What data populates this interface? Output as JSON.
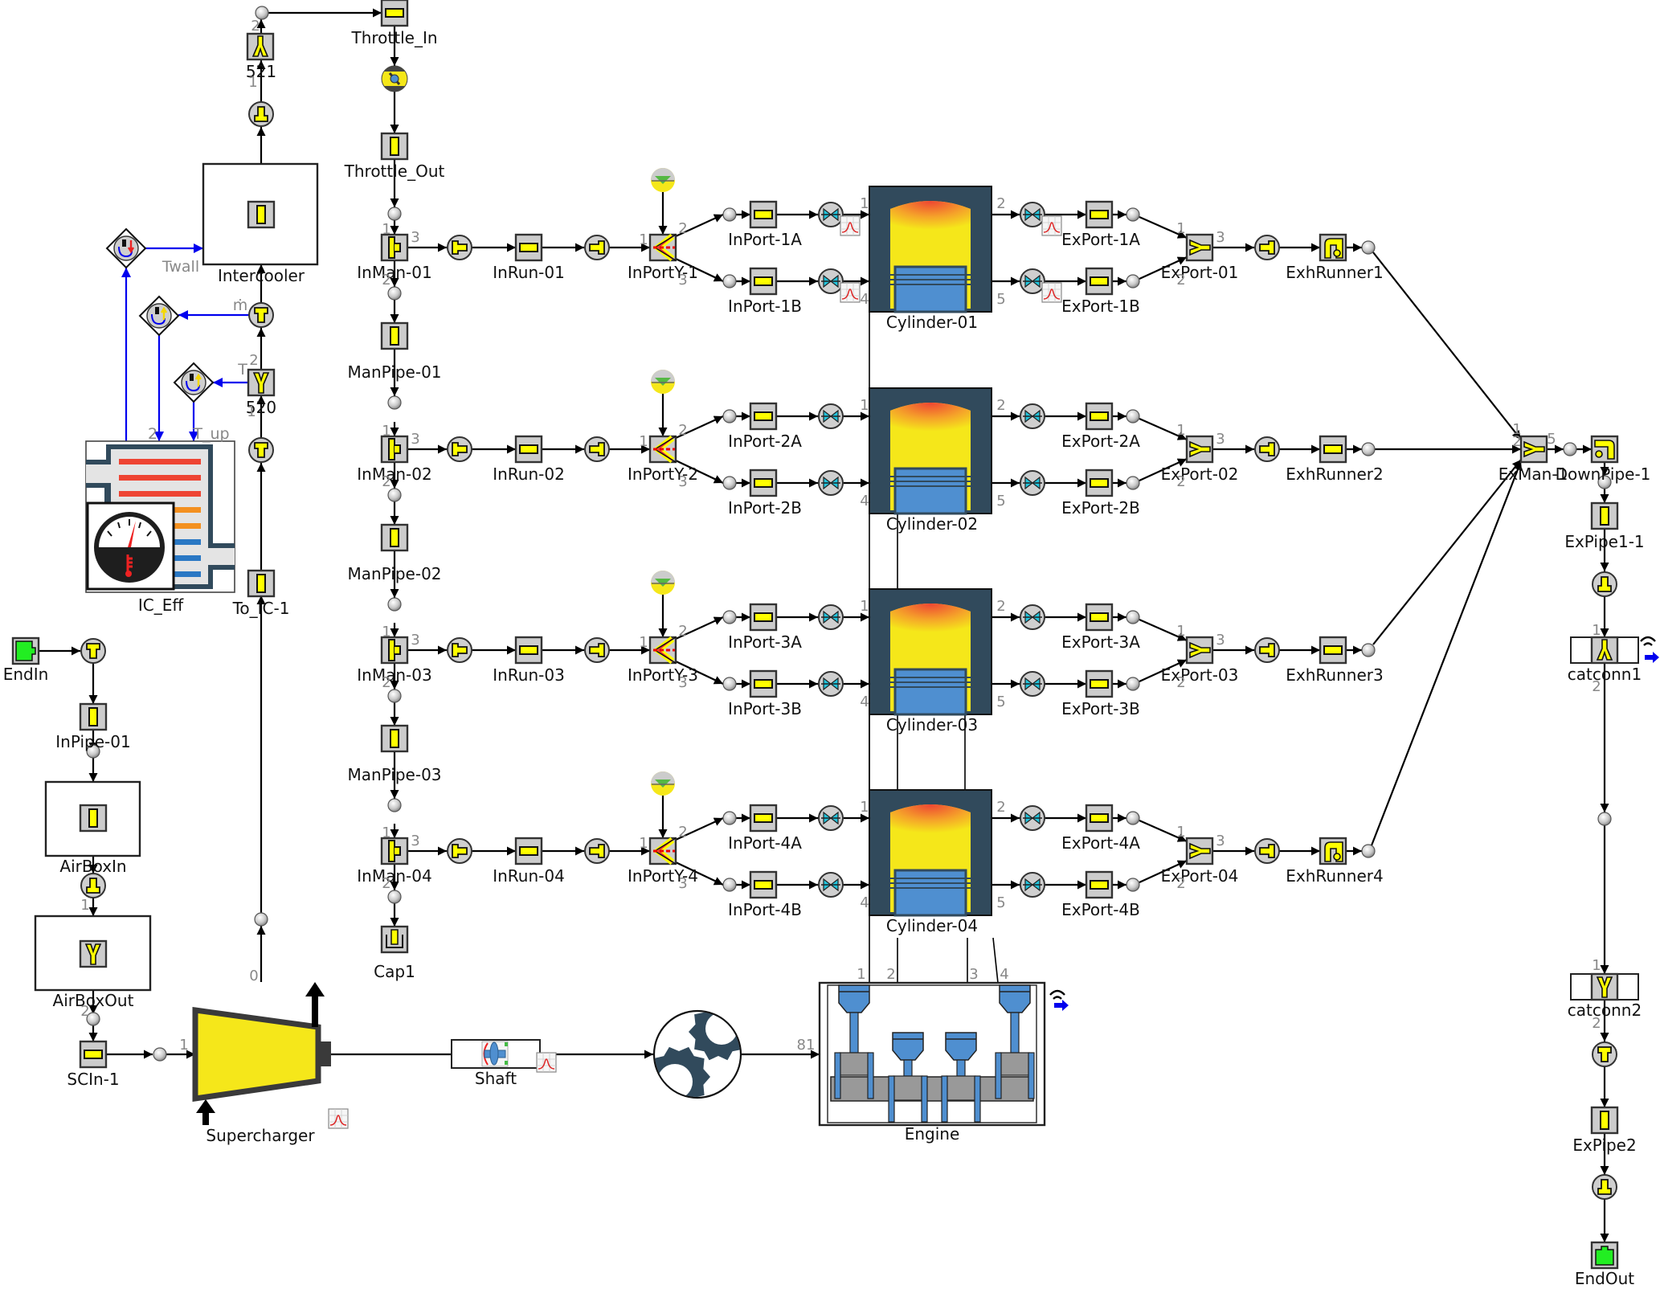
{
  "diagram": {
    "title": "Supercharged 4-cylinder engine flow model",
    "colors": {
      "pipe_fill": "#ffff00",
      "box_gray": "#cccccc",
      "cylinder_dark": "#314a5c",
      "piston_blue": "#4f8fd0",
      "flame_red": "#ee4433",
      "flame_yellow": "#f5e71a",
      "signal_blue": "#0000ee",
      "end_green": "#22ee22",
      "valve_cyan": "#22c5dd"
    },
    "components": {
      "throttle_in": {
        "label": "Throttle_In",
        "icon": "pipe-horizontal-icon"
      },
      "throttle_valve": {
        "label": "",
        "icon": "throttle-valve-icon"
      },
      "throttle_out": {
        "label": "Throttle_Out",
        "icon": "pipe-vertical-icon"
      },
      "j521": {
        "label": "521",
        "icon": "flowsplit-y-icon"
      },
      "intercooler": {
        "label": "Intercooler",
        "icon": "pipe-vertical-icon"
      },
      "j520": {
        "label": "520",
        "icon": "flowsplit-y-icon"
      },
      "to_ic": {
        "label": "To_IC-1",
        "icon": "pipe-vertical-icon"
      },
      "ic_eff": {
        "label": "IC_Eff",
        "icon": "heat-exchanger-gauge-icon"
      },
      "endin": {
        "label": "EndIn",
        "icon": "environment-inlet-icon"
      },
      "inpipe": {
        "label": "InPipe-01",
        "icon": "pipe-vertical-icon"
      },
      "airboxin": {
        "label": "AirBoxIn",
        "icon": "pipe-vertical-icon"
      },
      "airboxout": {
        "label": "AirBoxOut",
        "icon": "flowsplit-y-icon"
      },
      "scin": {
        "label": "SCIn-1",
        "icon": "pipe-horizontal-icon"
      },
      "supercharger": {
        "label": "Supercharger",
        "icon": "compressor-icon"
      },
      "shaft": {
        "label": "Shaft",
        "icon": "shaft-icon"
      },
      "gearbox": {
        "label": "",
        "icon": "gear-icon"
      },
      "engine": {
        "label": "Engine",
        "icon": "engine-crank-icon"
      },
      "cap1": {
        "label": "Cap1",
        "icon": "end-cap-icon"
      },
      "exman": {
        "label": "ExMan-1",
        "icon": "flowsplit-y-icon"
      },
      "downpipe": {
        "label": "DownPipe-1",
        "icon": "bend-pipe-icon"
      },
      "expipe1": {
        "label": "ExPipe1-1",
        "icon": "pipe-vertical-icon"
      },
      "catconn1": {
        "label": "catconn1",
        "icon": "catalyst-icon"
      },
      "catconn2": {
        "label": "catconn2",
        "icon": "catalyst-icon"
      },
      "expipe2": {
        "label": "ExPipe2",
        "icon": "pipe-vertical-icon"
      },
      "endout": {
        "label": "EndOut",
        "icon": "environment-outlet-icon"
      }
    },
    "manifold": [
      {
        "inman": "InMan-01",
        "manpipe": "ManPipe-01"
      },
      {
        "inman": "InMan-02",
        "manpipe": "ManPipe-02"
      },
      {
        "inman": "InMan-03",
        "manpipe": "ManPipe-03"
      },
      {
        "inman": "InMan-04",
        "manpipe": ""
      }
    ],
    "cylinders": [
      {
        "inrun": "InRun-01",
        "inporty": "InPortY-1",
        "inport_a": "InPort-1A",
        "inport_b": "InPort-1B",
        "cylinder": "Cylinder-01",
        "export_a": "ExPort-1A",
        "export_b": "ExPort-1B",
        "export_y": "ExPort-01",
        "runner": "ExhRunner1",
        "runner_icon": "bend-pipe-icon",
        "valve_profiles": true
      },
      {
        "inrun": "InRun-02",
        "inporty": "InPortY-2",
        "inport_a": "InPort-2A",
        "inport_b": "InPort-2B",
        "cylinder": "Cylinder-02",
        "export_a": "ExPort-2A",
        "export_b": "ExPort-2B",
        "export_y": "ExPort-02",
        "runner": "ExhRunner2",
        "runner_icon": "pipe-horizontal-icon",
        "valve_profiles": false
      },
      {
        "inrun": "InRun-03",
        "inporty": "InPortY-3",
        "inport_a": "InPort-3A",
        "inport_b": "InPort-3B",
        "cylinder": "Cylinder-03",
        "export_a": "ExPort-3A",
        "export_b": "ExPort-3B",
        "export_y": "ExPort-03",
        "runner": "ExhRunner3",
        "runner_icon": "pipe-horizontal-icon",
        "valve_profiles": false
      },
      {
        "inrun": "InRun-04",
        "inporty": "InPortY-4",
        "inport_a": "InPort-4A",
        "inport_b": "InPort-4B",
        "cylinder": "Cylinder-04",
        "export_a": "ExPort-4A",
        "export_b": "ExPort-4B",
        "export_y": "ExPort-04",
        "runner": "ExhRunner4",
        "runner_icon": "bend-pipe-icon",
        "valve_profiles": false
      }
    ],
    "port_numbers": {
      "one": "1",
      "two": "2",
      "three": "3",
      "four": "4",
      "five": "5",
      "zero": "0",
      "eightyone": "81"
    },
    "signal_labels": {
      "twall": "Twall",
      "mdot": "ṁ",
      "t": "T",
      "t_up": "T_up",
      "two": "2"
    }
  }
}
